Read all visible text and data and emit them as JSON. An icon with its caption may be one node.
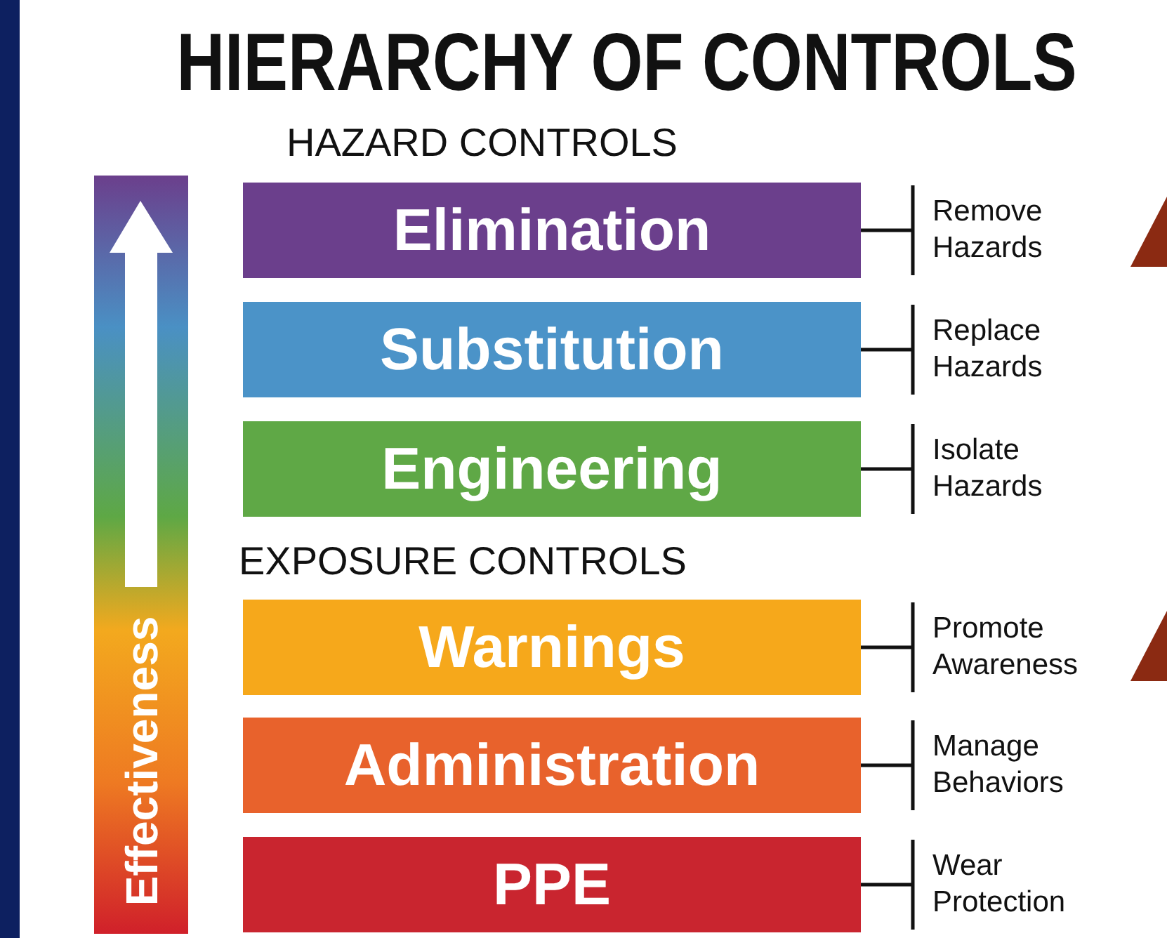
{
  "diagram": {
    "title": "HIERARCHY OF CONTROLS",
    "nodes": [
      {
        "text": [
          "Elimination"
        ],
        "beside": [
          "Remove Hazards"
        ]
      },
      {
        "text": [
          "Substitution"
        ],
        "beside": [
          "Replace Hazards"
        ]
      },
      {
        "text": [
          "Engineering"
        ],
        "beside": [
          "Isolate Hazards"
        ]
      },
      {
        "text": [
          "Warnings"
        ],
        "beside": [
          "Promote Awareness"
        ]
      },
      {
        "text": [
          "Administration"
        ],
        "beside": [
          "Manage Behaviors"
        ]
      },
      {
        "text": [
          "PPE"
        ],
        "beside": [
          "Wear Protection"
        ]
      }
    ],
    "labels": [
      "HAZARD CONTROLS",
      "EXPOSURE CONTROLS",
      "Effectiveness"
    ]
  }
}
